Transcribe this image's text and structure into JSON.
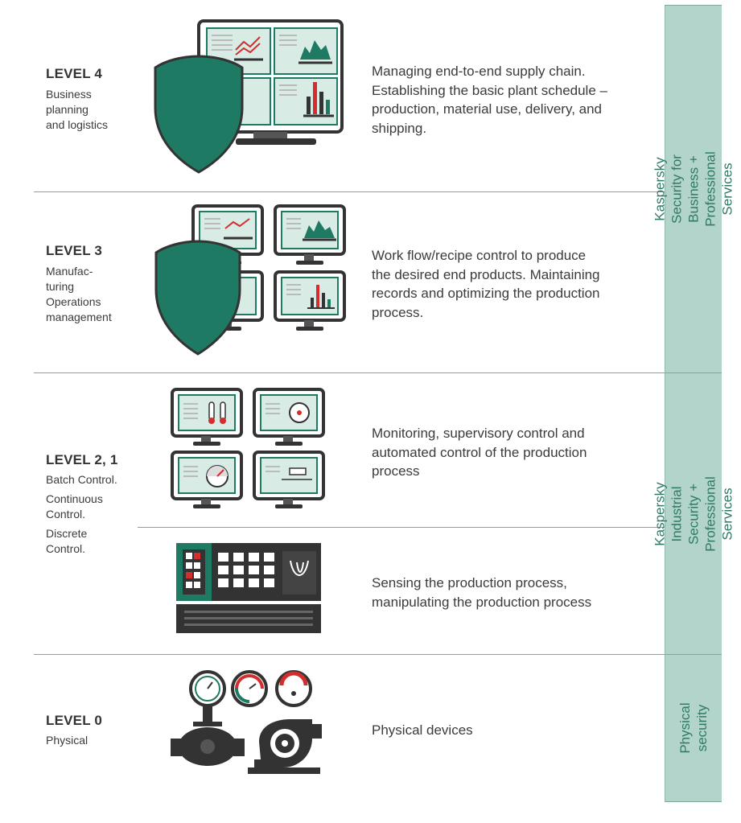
{
  "colors": {
    "accent": "#1f7a63",
    "band_fill": "#b3d4cb",
    "band_text": "#2e7a65",
    "dark": "#333333",
    "alert": "#d42d2d"
  },
  "levels": [
    {
      "title": "LEVEL 4",
      "subtitle": "Business\nplanning\nand logistics",
      "description": "Managing end-to-end supply chain.\nEstablishing the basic plant schedule –\nproduction, material use, delivery, and\nshipping.",
      "illustration": "monitor-with-shield-icon"
    },
    {
      "title": "LEVEL 3",
      "subtitle": "Manufac-\nturing\nOperations\nmanagement",
      "description": "Work flow/recipe control to produce\nthe desired end products. Maintaining\nrecords and optimizing the production\nprocess.",
      "illustration": "four-monitors-with-shield-icon"
    },
    {
      "title": "LEVEL 2, 1",
      "subtitle_lines": [
        "Batch Control.",
        "Continuous\nControl.",
        "Discrete\nControl."
      ],
      "description_top": "Monitoring, supervisory control and\nautomated control of the production\nprocess",
      "description_bottom": "Sensing the production process,\nmanipulating the production process",
      "illustration_top": "hmi-monitors-icon",
      "illustration_bottom": "control-panel-icon"
    },
    {
      "title": "LEVEL 0",
      "subtitle": "Physical",
      "description": "Physical devices",
      "illustration": "valve-pump-gauges-icon"
    }
  ],
  "bands": [
    {
      "label": "Kaspersky Security for Business +\nProfessional Services"
    },
    {
      "label": "Kaspersky Industrial Security +\nProfessional Services"
    },
    {
      "label": "Physical security"
    }
  ]
}
